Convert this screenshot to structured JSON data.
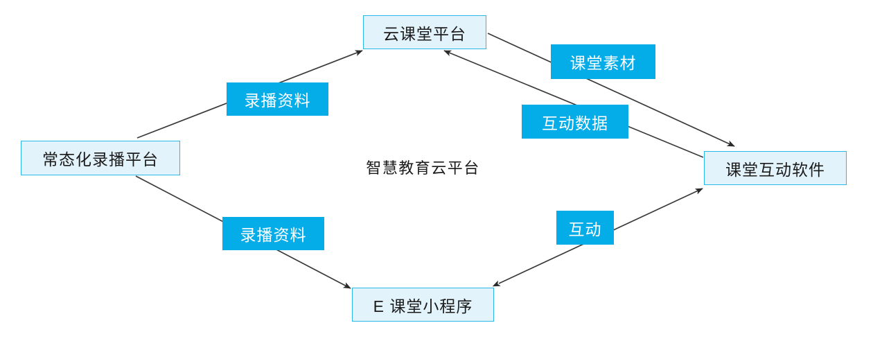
{
  "diagram": {
    "title": "智慧教育云平台",
    "colors": {
      "node_fill": "#e3f3fb",
      "node_border": "#29b6e8",
      "label_fill": "#04ACE8",
      "label_text": "#ffffff",
      "edge_stroke": "#3a3a3a",
      "background": "#ffffff"
    },
    "nodes": [
      {
        "id": "recording",
        "label": "常态化录播平台"
      },
      {
        "id": "cloud",
        "label": "云课堂平台"
      },
      {
        "id": "interactive",
        "label": "课堂互动软件"
      },
      {
        "id": "eclass",
        "label": "E 课堂小程序"
      }
    ],
    "edges": [
      {
        "id": "rec-cloud",
        "from": "recording",
        "to": "cloud",
        "label": "录播资料",
        "arrows": "to"
      },
      {
        "id": "rec-eclass",
        "from": "recording",
        "to": "eclass",
        "label": "录播资料",
        "arrows": "to"
      },
      {
        "id": "material",
        "from": "cloud",
        "to": "interactive",
        "label": "课堂素材",
        "arrows": "to"
      },
      {
        "id": "interdata",
        "from": "interactive",
        "to": "cloud",
        "label": "互动数据",
        "arrows": "to"
      },
      {
        "id": "interaction",
        "from": "eclass",
        "to": "interactive",
        "label": "互动",
        "arrows": "both"
      }
    ]
  }
}
